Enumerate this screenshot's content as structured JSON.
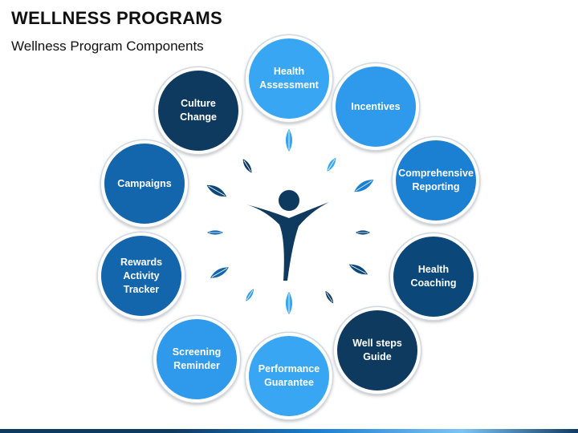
{
  "title": "WELLNESS PROGRAMS",
  "subtitle": "Wellness Program Components",
  "components": {
    "health_assessment": "Health\nAssessment",
    "incentives": "Incentives",
    "comprehensive_reporting": "Comprehensive\nReporting",
    "health_coaching": "Health\nCoaching",
    "well_steps_guide": "Well steps\nGuide",
    "performance_guarantee": "Performance\nGuarantee",
    "screening_reminder": "Screening\nReminder",
    "rewards_activity_tracker": "Rewards\nActivity\nTracker",
    "campaigns": "Campaigns",
    "culture_change": "Culture\nChange"
  },
  "colors": {
    "navy": "#0f3a60",
    "dark_blue": "#0b4779",
    "mid_blue": "#1466ac",
    "blue": "#1b7fd2",
    "sky_blue": "#2f99ec",
    "light_blue": "#38a6f2"
  }
}
